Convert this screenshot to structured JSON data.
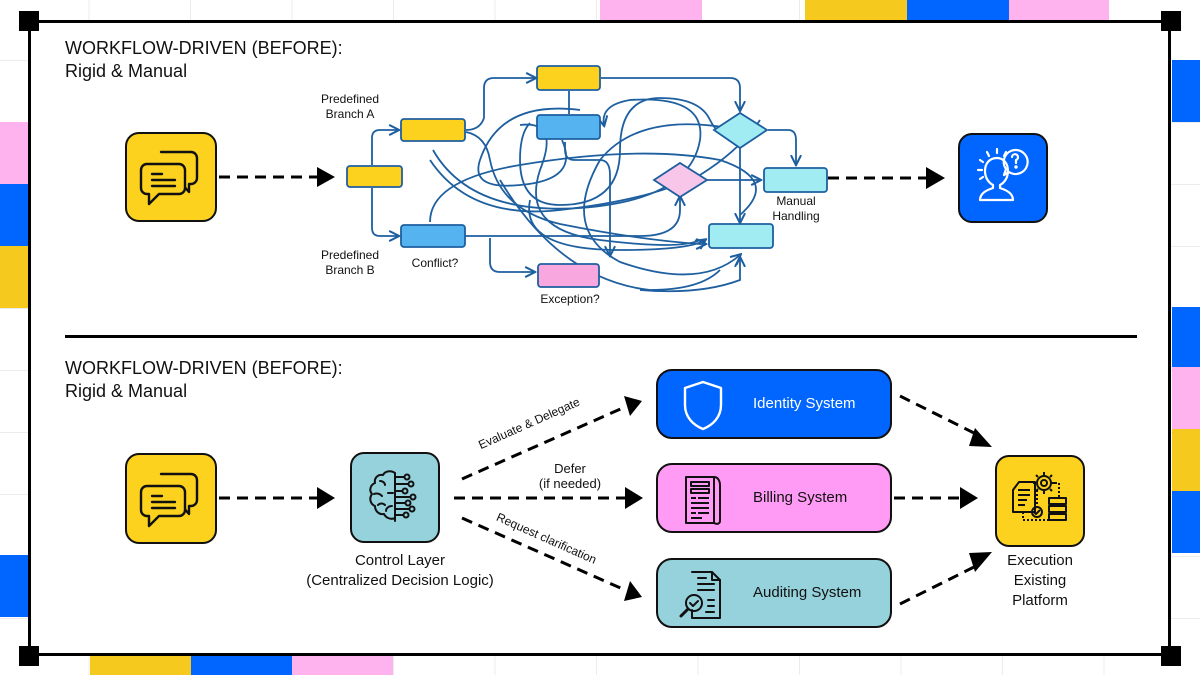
{
  "colors": {
    "yellow": "#FCD21E",
    "blue": "#0066FF",
    "pink": "#FF9BF5",
    "teal": "#96D2DC",
    "flow_blue": "#55B4F0",
    "flow_yellow": "#FCD21E",
    "flow_cyan": "#A0ECF2",
    "flow_pink": "#F8A8DE",
    "flow_line": "#1E5FA0",
    "tile_pink": "#FFB3EE",
    "tile_yellow": "#F5C91E",
    "tile_blue": "#0066FF"
  },
  "top_section": {
    "title_line1": "WORKFLOW-DRIVEN (BEFORE):",
    "title_line2": "Rigid & Manual",
    "input_icon": "chat-bubbles-icon",
    "output_icon": "confused-person-icon",
    "labels": {
      "branch_a": [
        "Predefined",
        "Branch A"
      ],
      "branch_b": [
        "Predefined",
        "Branch B"
      ],
      "conflict": "Conflict?",
      "exception": "Exception?",
      "manual_handling": [
        "Manual",
        "Handling"
      ]
    }
  },
  "bottom_section": {
    "title_line1": "WORKFLOW-DRIVEN (BEFORE):",
    "title_line2": "Rigid & Manual",
    "input_icon": "chat-bubbles-icon",
    "control_layer": {
      "icon": "brain-circuit-icon",
      "line1": "Control Layer",
      "line2": "(Centralized Decision Logic)"
    },
    "edges": {
      "evaluate": "Evaluate & Delegate",
      "defer_line1": "Defer",
      "defer_line2": "(if needed)",
      "request": "Request clarification"
    },
    "systems": [
      {
        "name": "Identity System",
        "icon": "shield-icon",
        "color": "#0066FF",
        "text_color": "#ffffff"
      },
      {
        "name": "Billing System",
        "icon": "invoice-document-icon",
        "color": "#FF9BF5",
        "text_color": "#111111"
      },
      {
        "name": "Auditing System",
        "icon": "audit-document-icon",
        "color": "#96D2DC",
        "text_color": "#111111"
      }
    ],
    "execution": {
      "icon": "execution-gear-icon",
      "line1": "Execution",
      "line2": "Existing",
      "line3": "Platform"
    }
  }
}
